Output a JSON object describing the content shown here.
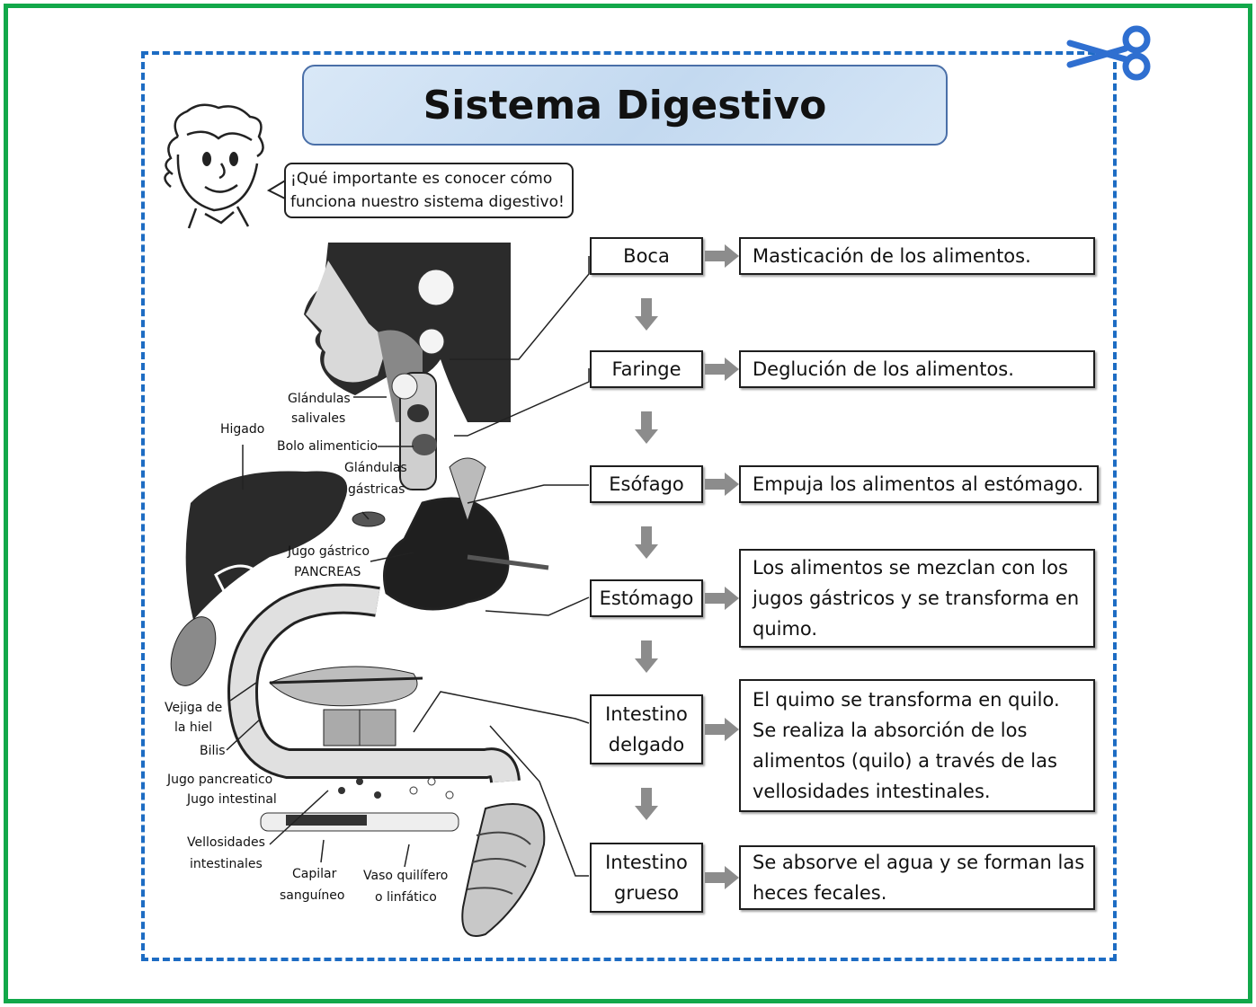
{
  "title": "Sistema Digestivo",
  "speech_bubble": {
    "line1": "¡Qué importante es conocer cómo",
    "line2": "funciona nuestro sistema digestivo!"
  },
  "illustration_labels": {
    "glandulas_salivales_1": "Glándulas",
    "glandulas_salivales_2": "salivales",
    "higado": "Higado",
    "bolo": "Bolo alimenticio",
    "glandulas_gastricas_1": "Glándulas",
    "glandulas_gastricas_2": "gástricas",
    "jugo_gastrico": "Jugo gástrico",
    "pancreas": "PANCREAS",
    "vejiga_1": "Vejiga de",
    "vejiga_2": "la hiel",
    "bilis": "Bilis",
    "jugo_pancreatico": "Jugo pancreatico",
    "jugo_intestinal": "Jugo intestinal",
    "vellosidades_1": "Vellosidades",
    "vellosidades_2": "intestinales",
    "capilar_1": "Capilar",
    "capilar_2": "sanguíneo",
    "vaso_1": "Vaso quilífero",
    "vaso_2": "o linfático"
  },
  "steps": [
    {
      "organ": "Boca",
      "organ2": "",
      "desc": [
        "Masticación de los alimentos."
      ]
    },
    {
      "organ": "Faringe",
      "organ2": "",
      "desc": [
        "Deglución de los alimentos."
      ]
    },
    {
      "organ": "Esófago",
      "organ2": "",
      "desc": [
        "Empuja los alimentos al estómago."
      ]
    },
    {
      "organ": "Estómago",
      "organ2": "",
      "desc": [
        "Los alimentos se mezclan con los",
        "jugos gástricos y se transforma en",
        "quimo."
      ]
    },
    {
      "organ": "Intestino",
      "organ2": "delgado",
      "desc": [
        "El quimo se transforma en quilo.",
        "Se realiza la absorción de los",
        "alimentos (quilo) a través de las",
        "vellosidades intestinales."
      ]
    },
    {
      "organ": "Intestino",
      "organ2": "grueso",
      "desc": [
        "Se absorve el agua y se forman las",
        "heces fecales."
      ]
    }
  ],
  "colors": {
    "outer_border": "#12a84a",
    "cut_line": "#1d6cc3",
    "title_fill": "#c9ddf2",
    "arrow": "#8c8c8c"
  },
  "icons": [
    "scissors-icon",
    "boy-face-icon",
    "arrow-right-icon",
    "arrow-down-icon"
  ]
}
